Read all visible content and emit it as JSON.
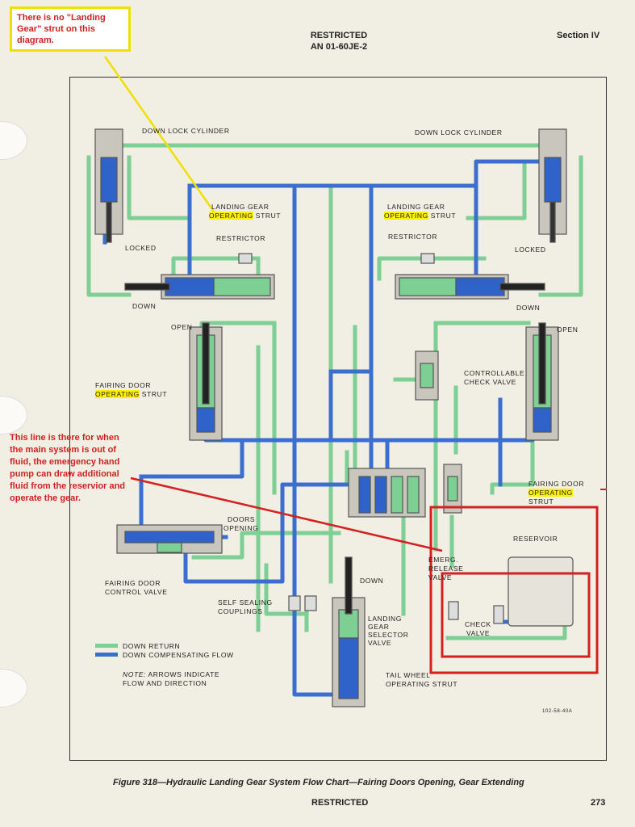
{
  "header": {
    "restricted_top": "RESTRICTED",
    "doc_number": "AN 01-60JE-2",
    "section": "Section IV"
  },
  "annotations": {
    "callout_top": "There is no \"Landing Gear\" strut on this diagram.",
    "callout_left": "This line is there for when the main system is out of fluid, the emergency hand pump can draw additional fluid from the reservior and operate the gear."
  },
  "labels": {
    "down_lock_cylinder_left": "DOWN LOCK CYLINDER",
    "down_lock_cylinder_right": "DOWN LOCK CYLINDER",
    "landing_gear_left_1": "LANDING GEAR",
    "landing_gear_left_2a": "OPERATING",
    "landing_gear_left_2b": " STRUT",
    "landing_gear_right_1": "LANDING GEAR",
    "landing_gear_right_2a": "OPERATING",
    "landing_gear_right_2b": " STRUT",
    "restrictor_left": "RESTRICTOR",
    "restrictor_right": "RESTRICTOR",
    "locked_left": "LOCKED",
    "locked_right": "LOCKED",
    "down_left": "DOWN",
    "down_right": "DOWN",
    "open_left": "OPEN",
    "open_right": "OPEN",
    "fairing_door_left_1": "FAIRING DOOR",
    "fairing_door_left_2a": "OPERATING",
    "fairing_door_left_2b": " STRUT",
    "controllable_check_1": "CONTROLLABLE",
    "controllable_check_2": "CHECK VALVE",
    "fairing_door_right_1": "FAIRING DOOR",
    "fairing_door_right_2": "OPERATING",
    "fairing_door_right_3": "STRUT",
    "doors_opening_1": "DOORS",
    "doors_opening_2": "OPENING",
    "reservoir": "RESERVOIR",
    "emerg_1": "EMERG.",
    "emerg_2": "RELEASE",
    "emerg_3": "VALVE",
    "fairing_control_1": "FAIRING DOOR",
    "fairing_control_2": "CONTROL VALVE",
    "down_center": "DOWN",
    "self_sealing_1": "SELF SEALING",
    "self_sealing_2": "COUPLINGS",
    "selector_1": "LANDING",
    "selector_2": "GEAR",
    "selector_3": "SELECTOR",
    "selector_4": "VALVE",
    "check_valve_1": "CHECK",
    "check_valve_2": "VALVE",
    "tail_wheel_1": "TAIL WHEEL",
    "tail_wheel_2": "OPERATING STRUT",
    "drawing_number": "102-58-40A"
  },
  "legend": {
    "green_label": "DOWN RETURN",
    "blue_label": "DOWN COMPENSATING FLOW",
    "note_prefix": "NOTE:",
    "note_text": "ARROWS INDICATE",
    "note_text_2": "FLOW AND DIRECTION"
  },
  "colors": {
    "return_line": "#7dcf93",
    "compensating_line": "#3a6fd0",
    "highlight": "#fff200",
    "red_annotation": "#d42020"
  },
  "caption": "Figure 318—Hydraulic Landing Gear System Flow Chart—Fairing Doors Opening, Gear Extending",
  "footer": {
    "restricted": "RESTRICTED",
    "page": "273"
  }
}
